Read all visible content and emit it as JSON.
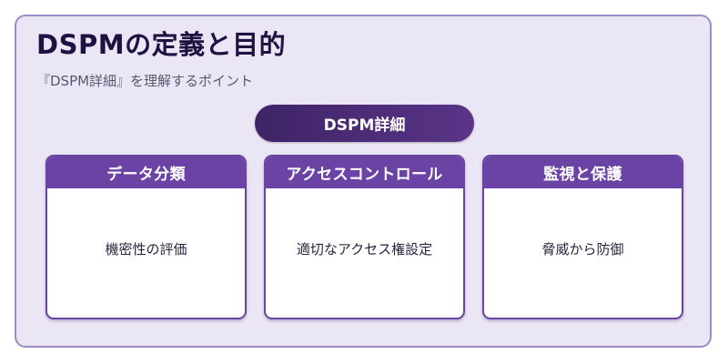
{
  "title": "DSPMの定義と目的",
  "subtitle": "『DSPM詳細』を理解するポイント",
  "center_node": "DSPM詳細",
  "cards": [
    {
      "header": "データ分類",
      "body": "機密性の評価"
    },
    {
      "header": "アクセスコントロール",
      "body": "適切なアクセス権設定"
    },
    {
      "header": "監視と保護",
      "body": "脅威から防御"
    }
  ]
}
